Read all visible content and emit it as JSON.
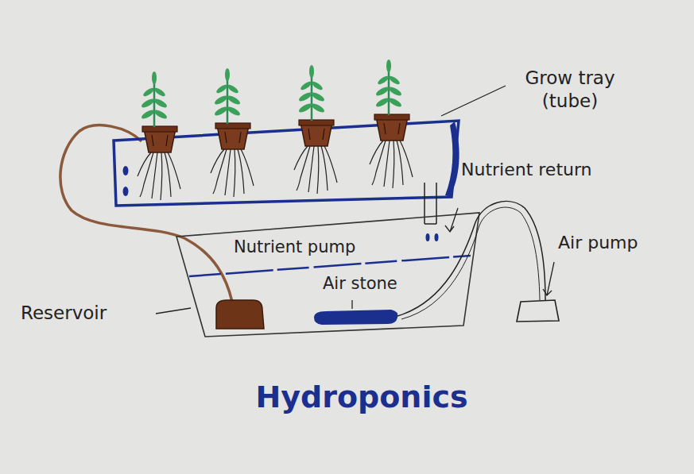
{
  "diagram": {
    "title": "Hydroponics",
    "labels": [
      "Grow tray (tube)",
      "Nutrient return",
      "Air pump",
      "Nutrient pump",
      "Air stone",
      "Reservoir"
    ]
  }
}
